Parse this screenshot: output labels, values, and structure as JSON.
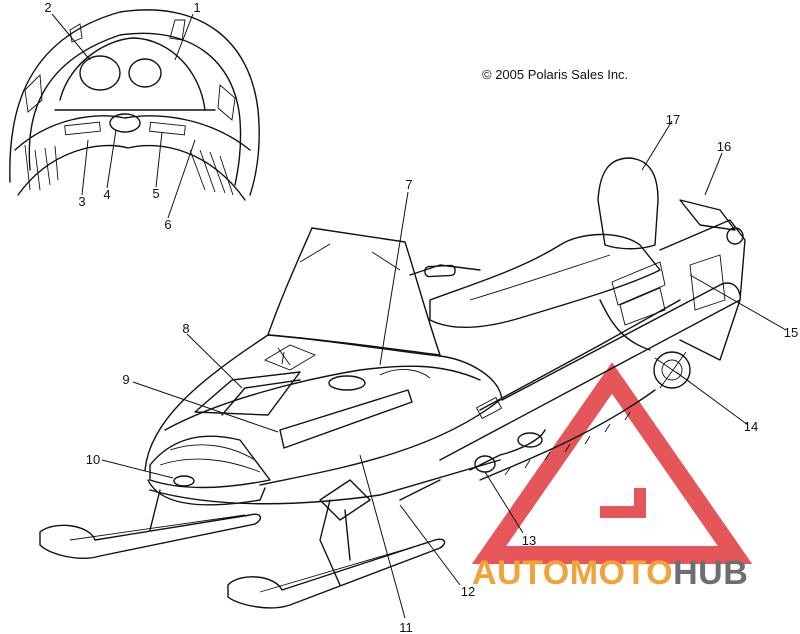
{
  "copyright": "© 2005 Polaris Sales Inc.",
  "callouts": [
    "1",
    "2",
    "3",
    "4",
    "5",
    "6",
    "7",
    "8",
    "9",
    "10",
    "11",
    "12",
    "13",
    "14",
    "15",
    "16",
    "17"
  ],
  "watermark": {
    "auto": "AUTO",
    "moto": "MOTO",
    "hub": "HUB"
  },
  "colors": {
    "line": "#111111",
    "watermark_red": "#e0393e",
    "watermark_orange": "#f2a23a",
    "watermark_gray": "#6e6e6e"
  }
}
